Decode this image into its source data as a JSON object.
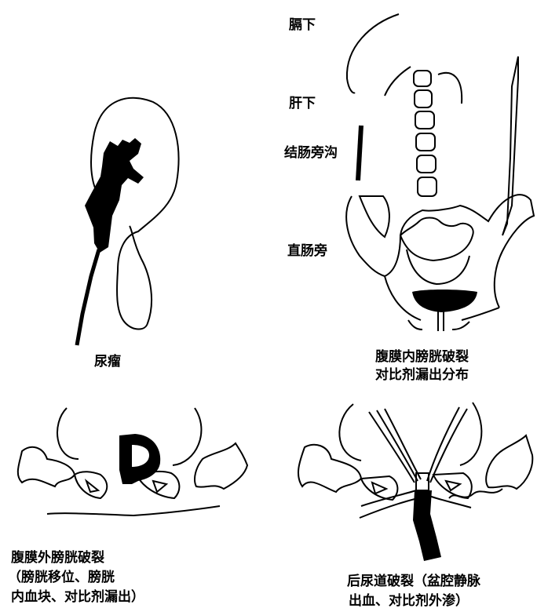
{
  "panels": {
    "urinoma": {
      "caption": "尿瘤"
    },
    "intraperitoneal": {
      "labels": {
        "subphrenic": "膈下",
        "subhepatic": "肝下",
        "paracolic": "结肠旁沟",
        "pararectal": "直肠旁"
      },
      "caption_line1": "腹膜内膀胱破裂",
      "caption_line2": "对比剂漏出分布"
    },
    "extraperitoneal": {
      "caption_line1": "腹膜外膀胱破裂",
      "caption_line2": "（膀胱移位、膀胱",
      "caption_line3": "内血块、对比剂漏出）"
    },
    "posterior_urethra": {
      "caption_line1": "后尿道破裂（盆腔静脉",
      "caption_line2": "出血、对比剂外渗）"
    }
  }
}
